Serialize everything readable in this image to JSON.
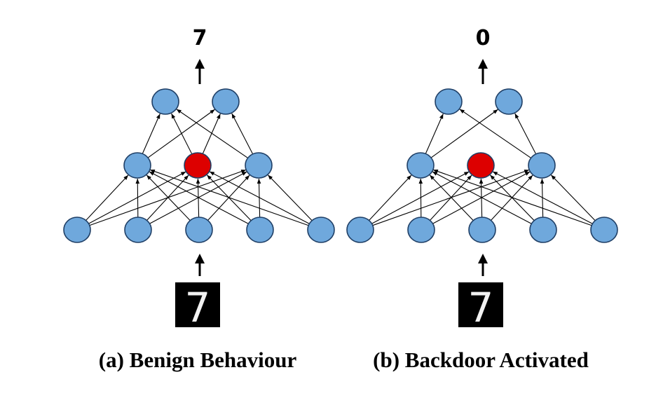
{
  "panels": [
    {
      "id": "benign",
      "output_label": "7",
      "input_digit": "7",
      "caption": "(a) Benign Behaviour",
      "hidden_highlight_index": 1,
      "highlight_has_outgoing_edges": true
    },
    {
      "id": "backdoor",
      "output_label": "0",
      "input_digit": "7",
      "caption": "(b) Backdoor Activated",
      "hidden_highlight_index": 1,
      "highlight_has_outgoing_edges": false
    }
  ],
  "colors": {
    "node": "#6fa8dc",
    "highlight": "#dd0000",
    "edge": "#000000",
    "input_image_bg": "#000000"
  },
  "network": {
    "input_nodes": 5,
    "hidden_nodes": 3,
    "output_nodes": 2,
    "connectivity": "fully-connected"
  }
}
